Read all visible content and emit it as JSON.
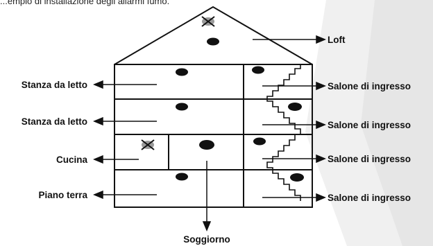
{
  "caption": "...empio di installazione degli allarmi fumo.",
  "labels": {
    "loft": "Loft",
    "bedroom_upper": "Stanza da letto",
    "bedroom_lower": "Stanza da letto",
    "kitchen": "Cucina",
    "ground_floor": "Piano terra",
    "hall_1": "Salone di ingresso",
    "hall_2": "Salone di ingresso",
    "hall_3": "Salone di ingresso",
    "hall_4": "Salone di ingresso",
    "living_room": "Soggiorno"
  },
  "colors": {
    "lines": "#111111",
    "detector": "#111111",
    "crossed_detector": "#9a9a9a",
    "background_panel": "#efefef"
  }
}
